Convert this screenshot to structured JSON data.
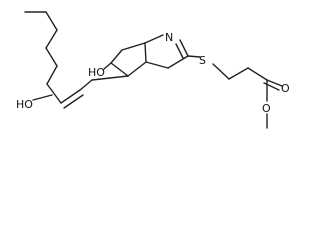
{
  "molecule": {
    "atoms": {
      "ring_n": "N",
      "thioether_s": "S",
      "ring_hydroxyl": "HO",
      "chain_hydroxyl": "HO",
      "carbonyl_o": "O",
      "ester_o": "O"
    }
  }
}
